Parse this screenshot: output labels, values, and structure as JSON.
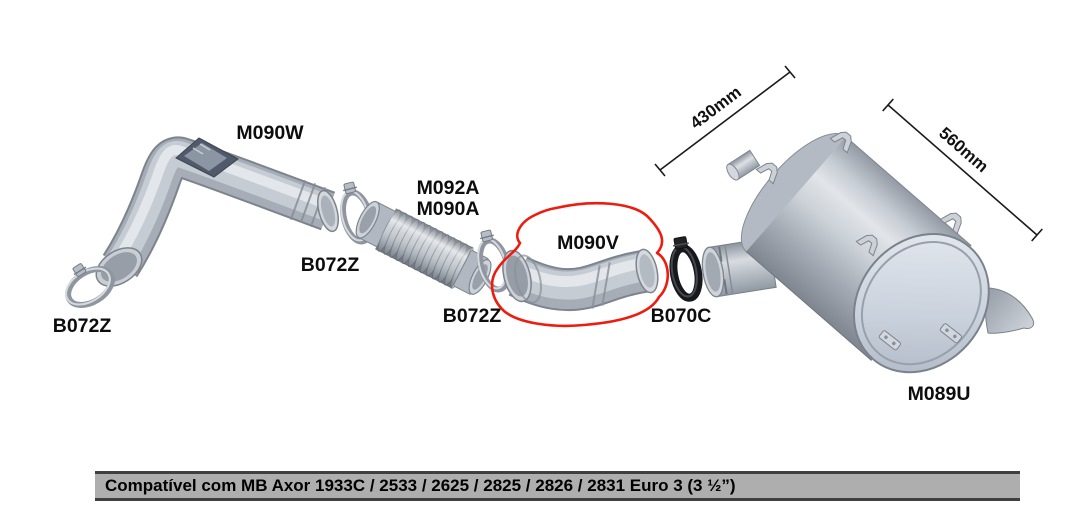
{
  "diagram": {
    "type": "exploded-parts-diagram",
    "subject": "truck exhaust system",
    "labels": {
      "m090w": "M090W",
      "b072z": "B072Z",
      "m092a": "M092A",
      "m090a": "M090A",
      "m090v": "M090V",
      "b070c": "B070C",
      "m089u": "M089U"
    },
    "dimensions": {
      "d430": "430mm",
      "d560": "560mm"
    },
    "annotation": {
      "highlighted_part": "M090V",
      "color": "#ee1c0e"
    }
  },
  "footer": {
    "compatibility": "Compatível com MB Axor 1933C / 2533 / 2625 / 2825 / 2826 / 2831 Euro 3 (3 ½”)"
  }
}
